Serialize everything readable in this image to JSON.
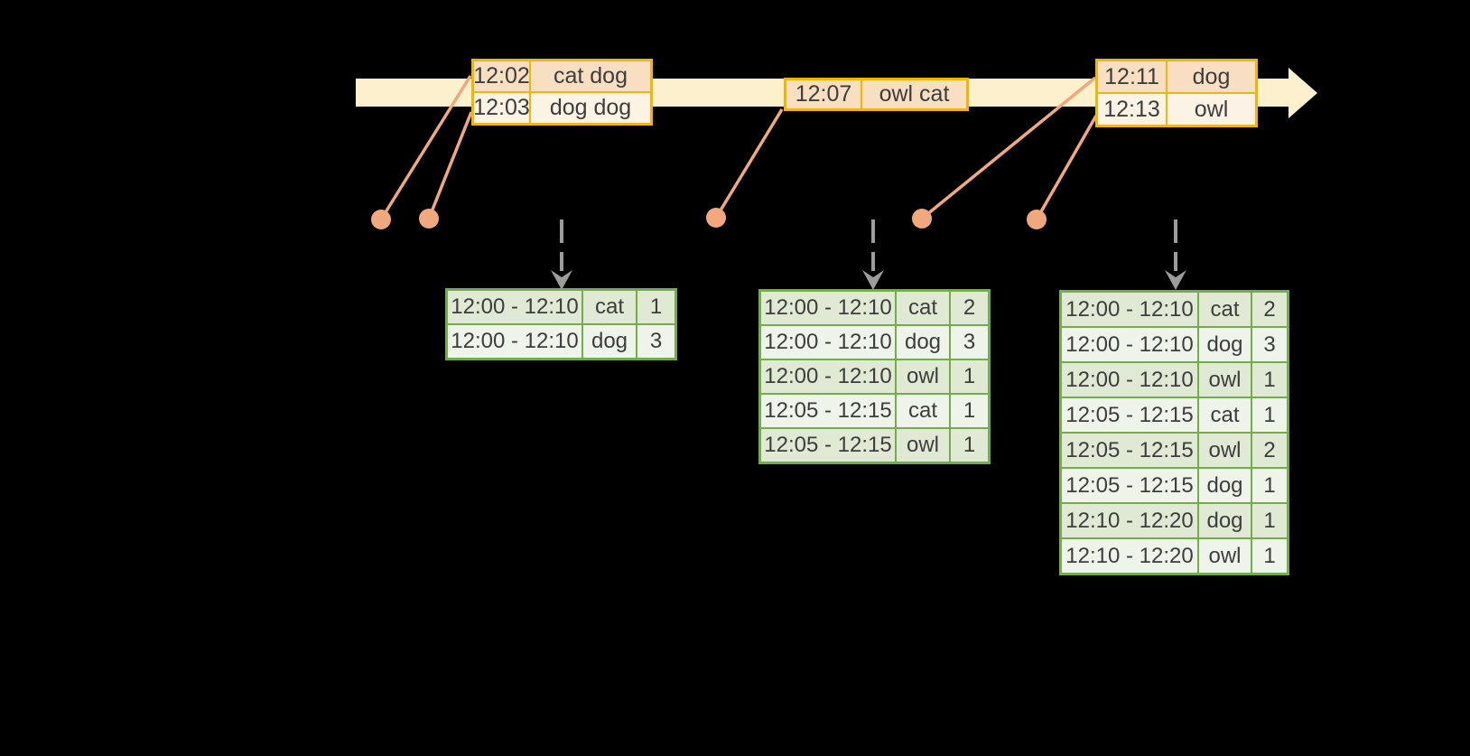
{
  "colors": {
    "background": "#000000",
    "timeline_fill": "#FCF1CC",
    "event_table_border": "#F0B40B",
    "event_row_dark": "#F8DFC1",
    "event_row_light": "#FDF3E4",
    "dot_fill": "#F0A87C",
    "connector_stroke": "#F0A87C",
    "trigger_arrow": "#9C9C9C",
    "result_table_border": "#73AC4B",
    "result_row_dark": "#DFE9D3",
    "result_row_light": "#EFF4EB",
    "table_text": "#3D3D3D"
  },
  "event_tables": [
    {
      "name": "event-batch-1",
      "rows": [
        {
          "time": "12:02",
          "words": "cat dog"
        },
        {
          "time": "12:03",
          "words": "dog dog"
        }
      ]
    },
    {
      "name": "event-batch-2",
      "rows": [
        {
          "time": "12:07",
          "words": "owl cat"
        }
      ]
    },
    {
      "name": "event-batch-3",
      "rows": [
        {
          "time": "12:11",
          "words": "dog"
        },
        {
          "time": "12:13",
          "words": "owl"
        }
      ]
    }
  ],
  "result_tables": [
    {
      "name": "windowed-counts-1",
      "rows": [
        {
          "window": "12:00 - 12:10",
          "word": "cat",
          "count": "1"
        },
        {
          "window": "12:00 - 12:10",
          "word": "dog",
          "count": "3"
        }
      ]
    },
    {
      "name": "windowed-counts-2",
      "rows": [
        {
          "window": "12:00 - 12:10",
          "word": "cat",
          "count": "2"
        },
        {
          "window": "12:00 - 12:10",
          "word": "dog",
          "count": "3"
        },
        {
          "window": "12:00 - 12:10",
          "word": "owl",
          "count": "1"
        },
        {
          "window": "12:05 - 12:15",
          "word": "cat",
          "count": "1"
        },
        {
          "window": "12:05 - 12:15",
          "word": "owl",
          "count": "1"
        }
      ]
    },
    {
      "name": "windowed-counts-3",
      "rows": [
        {
          "window": "12:00 - 12:10",
          "word": "cat",
          "count": "2"
        },
        {
          "window": "12:00 - 12:10",
          "word": "dog",
          "count": "3"
        },
        {
          "window": "12:00 - 12:10",
          "word": "owl",
          "count": "1"
        },
        {
          "window": "12:05 - 12:15",
          "word": "cat",
          "count": "1"
        },
        {
          "window": "12:05 - 12:15",
          "word": "owl",
          "count": "2"
        },
        {
          "window": "12:05 - 12:15",
          "word": "dog",
          "count": "1"
        },
        {
          "window": "12:10 - 12:20",
          "word": "dog",
          "count": "1"
        },
        {
          "window": "12:10 - 12:20",
          "word": "owl",
          "count": "1"
        }
      ]
    }
  ]
}
